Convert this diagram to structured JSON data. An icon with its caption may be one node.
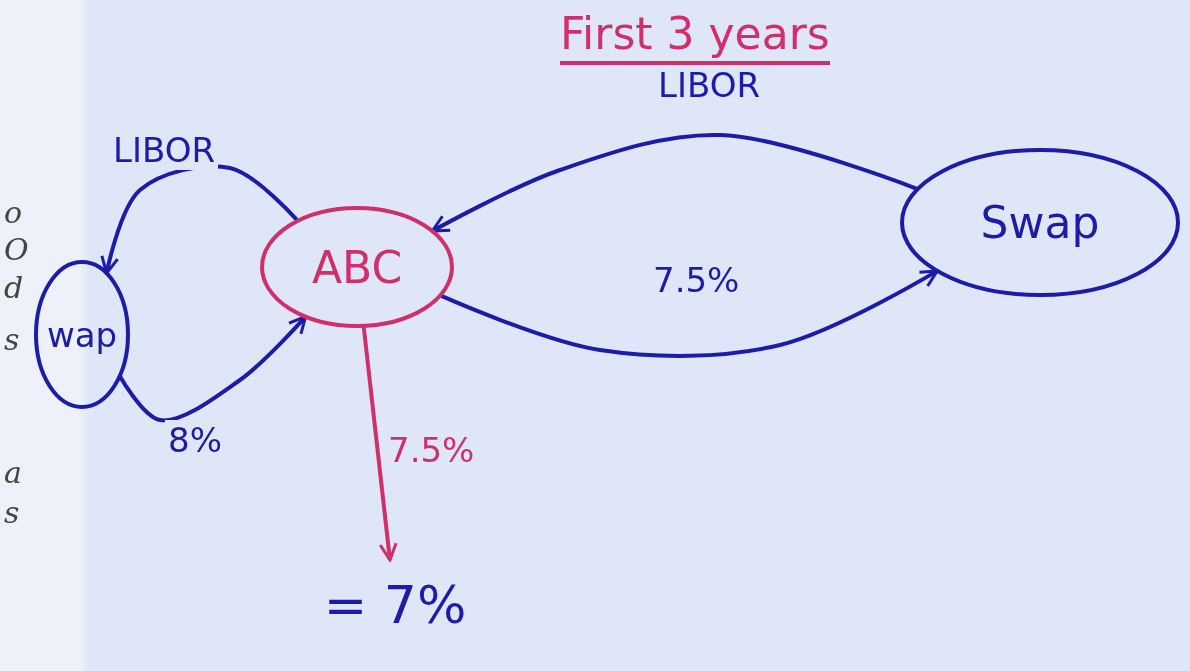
{
  "diagram": {
    "title": "First 3 years",
    "nodes": [
      {
        "text": [
          "ABC"
        ]
      },
      {
        "text": [
          "Swap"
        ]
      },
      {
        "text": [
          "wap"
        ]
      },
      {
        "text": [
          "= 7%"
        ]
      }
    ],
    "edges": [
      {
        "from": 0,
        "to": 2,
        "arrow": "to",
        "label": "LIBOR"
      },
      {
        "from": 2,
        "to": 0,
        "arrow": "to",
        "label": "8%"
      },
      {
        "from": 1,
        "to": 0,
        "arrow": "to",
        "label": "LIBOR"
      },
      {
        "from": 0,
        "to": 1,
        "arrow": "to",
        "label": "7.5%"
      },
      {
        "from": 0,
        "to": 3,
        "arrow": "to",
        "label": "7.5%",
        "color": "#d0306a"
      }
    ],
    "labels": [
      "o",
      "O",
      "d",
      "s",
      "a",
      "s"
    ]
  }
}
